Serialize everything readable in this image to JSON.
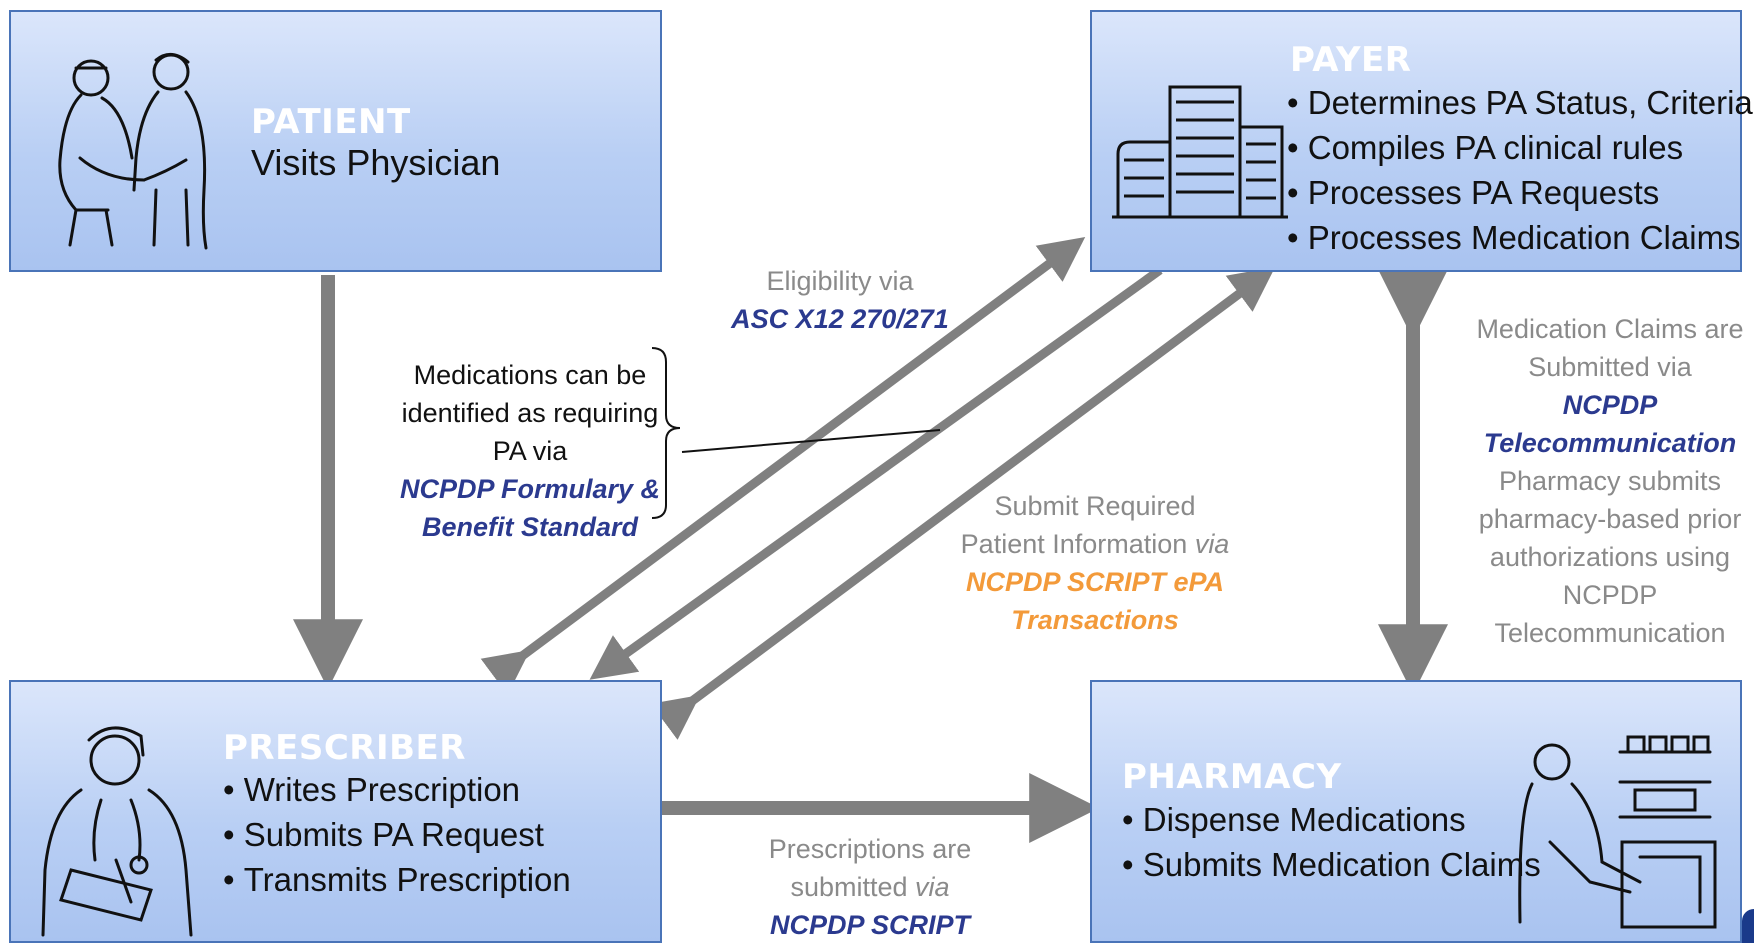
{
  "patient": {
    "title": "PATIENT",
    "subtitle": "Visits Physician"
  },
  "payer": {
    "title": "PAYER",
    "items": [
      "Determines PA Status, Criteria",
      "Compiles PA clinical rules",
      "Processes PA Requests",
      "Processes Medication  Claims"
    ]
  },
  "prescriber": {
    "title": "PRESCRIBER",
    "items": [
      "Writes Prescription",
      "Submits PA Request",
      "Transmits Prescription"
    ]
  },
  "pharmacy": {
    "title": "PHARMACY",
    "items": [
      "Dispense Medications",
      "Submits Medication Claims"
    ]
  },
  "labels": {
    "eligibility": {
      "line1": "Eligibility via",
      "std": "ASC X12 270/271"
    },
    "formulary": {
      "line1": "Medications can be",
      "line2": "identified as requiring",
      "line3": "PA via",
      "std1": "NCPDP Formulary &",
      "std2": "Benefit Standard"
    },
    "epa": {
      "line1": "Submit Required",
      "line2a": "Patient Information ",
      "via": "via",
      "std1": "NCPDP SCRIPT ePA",
      "std2": "Transactions"
    },
    "claims": {
      "line1": "Medication Claims are",
      "line2": "Submitted via",
      "std1": "NCPDP",
      "std2": "Telecommunication",
      "line3": "Pharmacy submits",
      "line4": "pharmacy-based prior",
      "line5": "authorizations using",
      "line6": "NCPDP",
      "line7": "Telecommunication"
    },
    "script": {
      "line1": "Prescriptions are",
      "line2a": "submitted ",
      "via": "via",
      "std": "NCPDP SCRIPT"
    }
  },
  "colors": {
    "box_border": "#4a74b8",
    "arrow": "#808080",
    "standard_text": "#2b3a8f",
    "epa_text": "#f39a3a",
    "box_title": "#ffffff"
  }
}
